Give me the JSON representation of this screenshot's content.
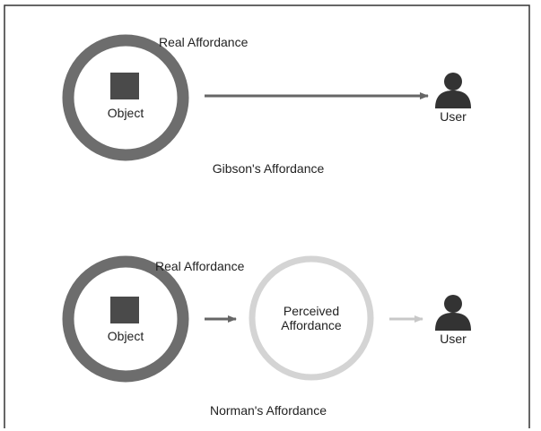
{
  "colors": {
    "real_ring": "#6d6d6d",
    "perceived_ring": "#d4d4d4",
    "object_square": "#4a4a4a",
    "user_figure": "#333333",
    "arrow_dark": "#666666",
    "arrow_light": "#c8c8c8",
    "frame": "#333333",
    "text": "#222222"
  },
  "gibson": {
    "real_affordance_label": "Real Affordance",
    "object_label": "Object",
    "user_label": "User",
    "caption": "Gibson's Affordance"
  },
  "norman": {
    "real_affordance_label": "Real Affordance",
    "object_label": "Object",
    "perceived_label_line1": "Perceived",
    "perceived_label_line2": "Affordance",
    "user_label": "User",
    "caption": "Norman's Affordance"
  }
}
